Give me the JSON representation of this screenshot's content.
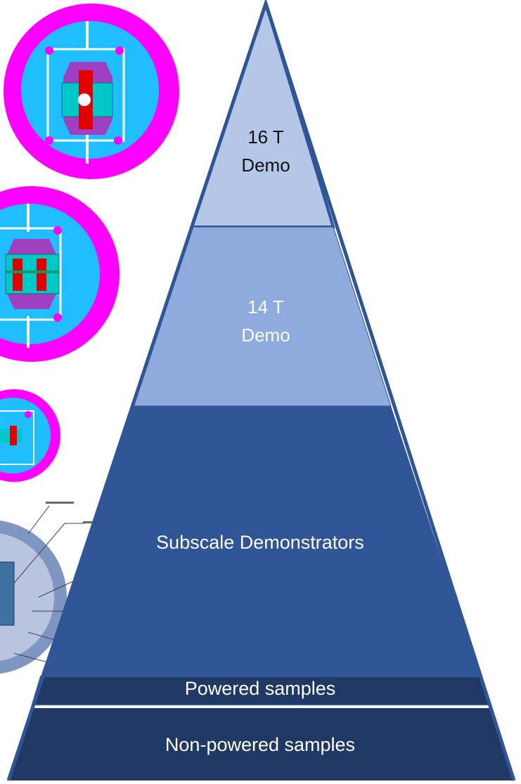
{
  "tiers": [
    {
      "label_line1": "16 T",
      "label_line2": "Demo",
      "fill": "#B4C7E7",
      "text_color": "#111111"
    },
    {
      "label_line1": "14 T",
      "label_line2": "Demo",
      "fill": "#8FAADC",
      "text_color": "#ffffff"
    },
    {
      "label": "Subscale Demonstrators",
      "fill": "#2F5597",
      "text_color": "#ffffff"
    },
    {
      "label": "Powered samples",
      "fill": "#203864",
      "text_color": "#ffffff"
    },
    {
      "label": "Non-powered samples",
      "fill": "#203864",
      "text_color": "#ffffff"
    }
  ],
  "colors": {
    "outline": "#2F5597",
    "magnet_ring": "#FF00FF",
    "magnet_body": "#1FBFFF",
    "magnet_core": "#00C8C8",
    "magnet_red": "#E00000",
    "magnet_purple": "#A040C0",
    "drawing_ring": "#7F96C0",
    "drawing_fill": "#B8C4E0"
  },
  "illustrations": [
    {
      "name": "magnet-cross-section-large"
    },
    {
      "name": "magnet-cross-section-medium"
    },
    {
      "name": "magnet-cross-section-small"
    },
    {
      "name": "technical-drawing-cross-section"
    }
  ]
}
